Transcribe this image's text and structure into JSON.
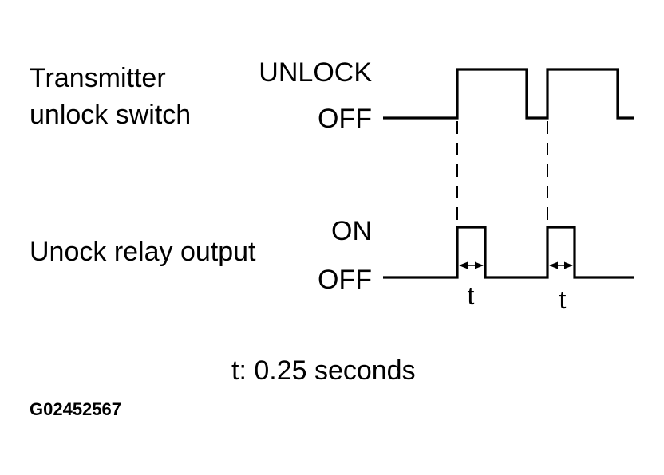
{
  "signals": {
    "switch": {
      "name_line1": "Transmitter",
      "name_line2": "unlock switch",
      "high_label": "UNLOCK",
      "low_label": "OFF"
    },
    "relay": {
      "name": "Unock relay output",
      "high_label": "ON",
      "low_label": "OFF"
    }
  },
  "pulse_width": {
    "symbol": "t",
    "symbol_2": "t",
    "note": "t: 0.25 seconds"
  },
  "figure_code": "G02452567"
}
